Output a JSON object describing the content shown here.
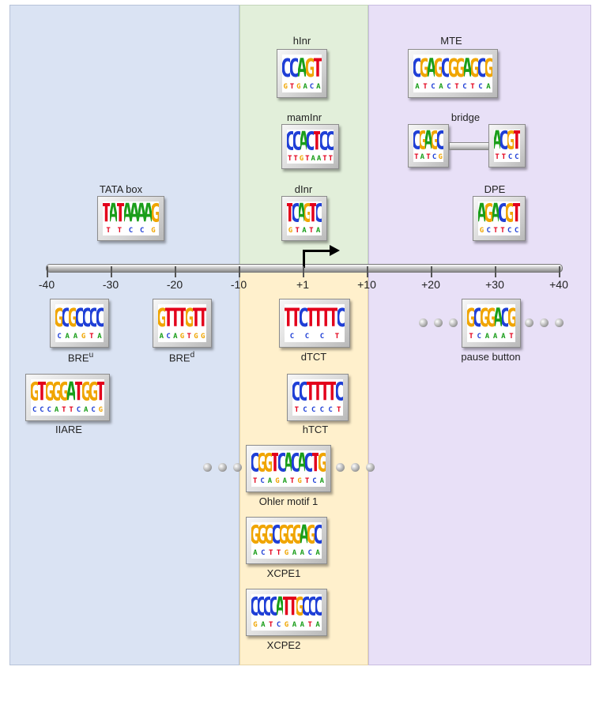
{
  "colors": {
    "region_upstream": "#dae3f3",
    "region_core": "#e2efda",
    "region_core_lower": "#fff0cc",
    "region_downstream": "#e8e0f7",
    "base_A": "#1a9e1a",
    "base_C": "#1f3fd6",
    "base_G": "#f0a500",
    "base_T": "#e3001b"
  },
  "axis": {
    "ticks": [
      "-40",
      "-30",
      "-20",
      "-10",
      "+1",
      "+10",
      "+20",
      "+30",
      "+40"
    ]
  },
  "motifs": {
    "hInr": {
      "label": "hInr",
      "big": "CCAGT",
      "small": "GTGACA"
    },
    "MTE": {
      "label": "MTE",
      "big": "CGAGCGGAGCG",
      "small": "ATCACTCTCA"
    },
    "mamInr": {
      "label": "mamInr",
      "big": "CCACTCC",
      "small": "TTGTAATT"
    },
    "bridge": {
      "label": "bridge",
      "left_big": "CGAGC",
      "left_small": "TATCG",
      "right_big": "ACGT",
      "right_small": "TTCC"
    },
    "TATA": {
      "label": "TATA box",
      "big": "TATAAAAG",
      "small": "TTCCG"
    },
    "dInr": {
      "label": "dInr",
      "big": "TCAGTC",
      "small": "GTATA"
    },
    "DPE": {
      "label": "DPE",
      "big": "AGACGT",
      "small": "GCTTCC"
    },
    "BREu": {
      "label": "BRE",
      "sup": "u",
      "big": "GCGCCCC",
      "small": "CAAGTA"
    },
    "BREd": {
      "label": "BRE",
      "sup": "d",
      "big": "GTTTGTT",
      "small": "ACAGTGG"
    },
    "dTCT": {
      "label": "dTCT",
      "big": "TTCTTTTC",
      "small": "CCCT"
    },
    "pause": {
      "label": "pause button",
      "big": "GCGGACG",
      "small": "TCAAAT"
    },
    "IIARE": {
      "label": "IIARE",
      "big": "GTGGGATGGT",
      "small": "CCCATTCACG"
    },
    "hTCT": {
      "label": "hTCT",
      "big": "CCTTTTC",
      "small": "TCCCCT"
    },
    "Ohler": {
      "label": "Ohler motif 1",
      "big": "CGGTCACACTG",
      "small": "TCAGATGTCA"
    },
    "XCPE1": {
      "label": "XCPE1",
      "big": "GGGCGGGAGC",
      "small": "ACTTGAACA"
    },
    "XCPE2": {
      "label": "XCPE2",
      "big": "CCCCATTGCCC",
      "small": "GATCGAATA"
    }
  }
}
